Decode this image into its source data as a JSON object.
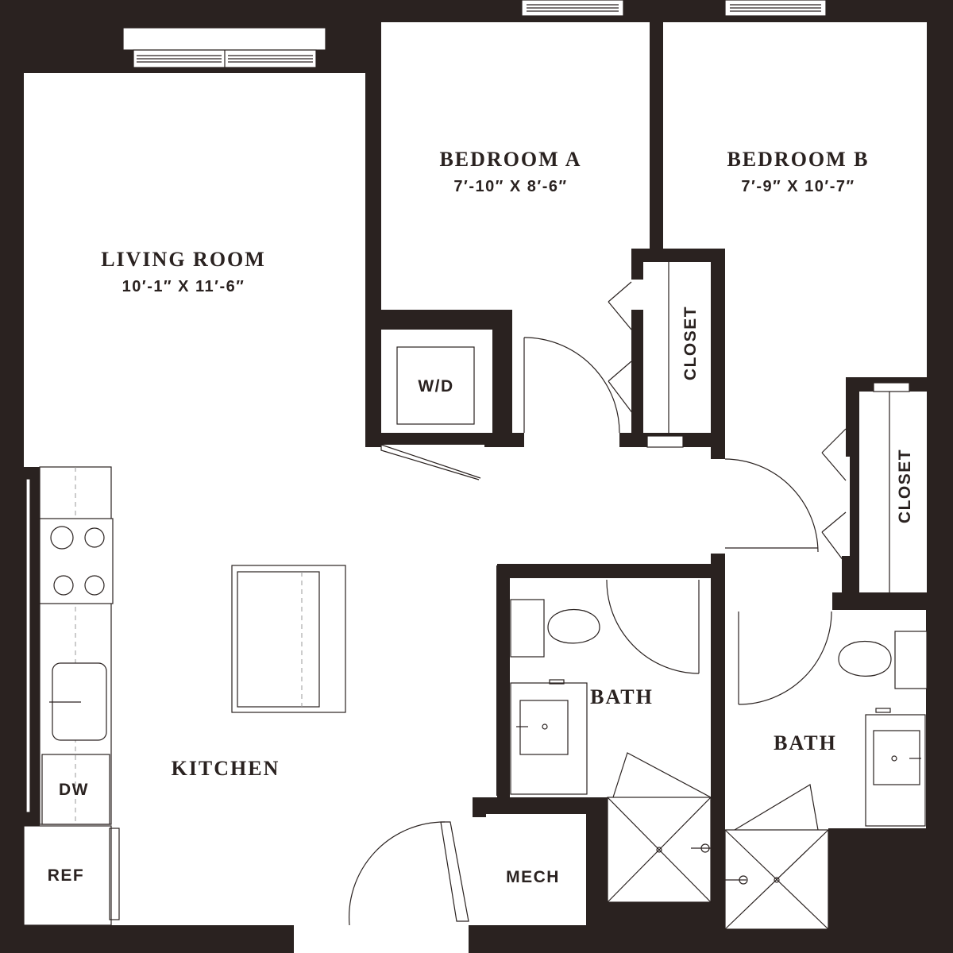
{
  "rooms": {
    "living_room": {
      "name": "LIVING ROOM",
      "dimensions": "10′-1″ X 11′-6″"
    },
    "bedroom_a": {
      "name": "BEDROOM A",
      "dimensions": "7′-10″ X 8′-6″"
    },
    "bedroom_b": {
      "name": "BEDROOM B",
      "dimensions": "7′-9″ X 10′-7″"
    },
    "kitchen": {
      "name": "KITCHEN"
    },
    "bath_1": {
      "name": "BATH"
    },
    "bath_2": {
      "name": "BATH"
    },
    "mech": {
      "name": "MECH"
    },
    "closet_a": {
      "name": "CLOSET"
    },
    "closet_b": {
      "name": "CLOSET"
    },
    "washer_dryer": {
      "name": "W/D"
    }
  },
  "appliances": {
    "dishwasher": "DW",
    "refrigerator": "REF"
  },
  "colors": {
    "wall": "#2a2220",
    "floor": "#ffffff"
  }
}
